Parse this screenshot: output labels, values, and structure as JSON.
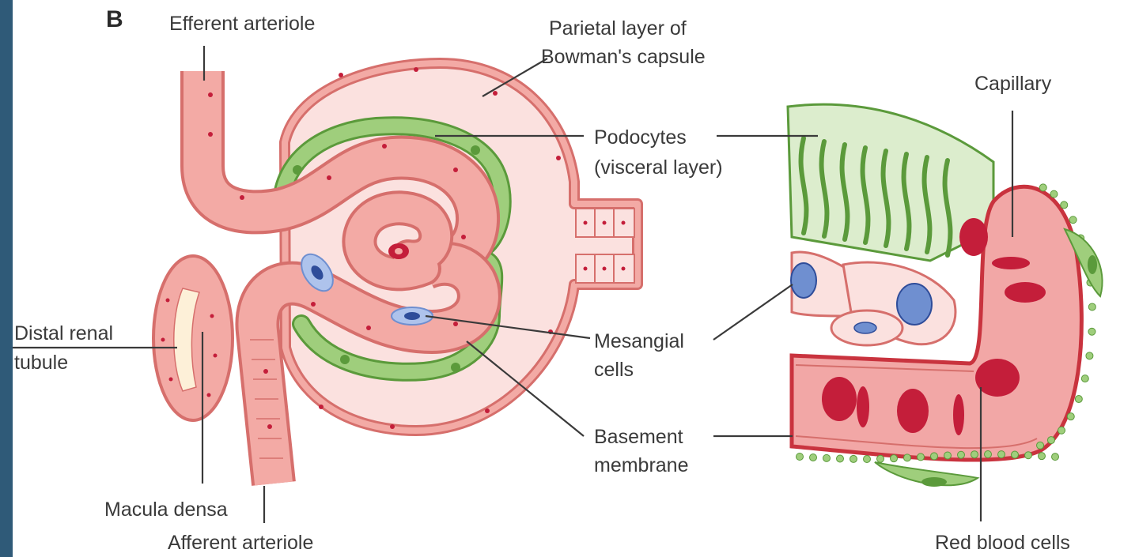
{
  "panel_letter": "B",
  "labels": {
    "efferent_arteriole": "Efferent arteriole",
    "parietal_line1": "Parietal layer of",
    "parietal_line2": "Bowman's capsule",
    "podocytes_line1": "Podocytes",
    "podocytes_line2": "(visceral layer)",
    "capillary": "Capillary",
    "distal_line1": "Distal renal",
    "distal_line2": "tubule",
    "mesangial_line1": "Mesangial",
    "mesangial_line2": "cells",
    "basement_line1": "Basement",
    "basement_line2": "membrane",
    "macula_densa": "Macula densa",
    "afferent_arteriole": "Afferent arteriole",
    "red_blood_cells": "Red blood cells"
  },
  "colors": {
    "sidebar": "#2f5a78",
    "capsule_fill": "#fbe1df",
    "vessel_fill": "#f3aaa5",
    "vessel_stroke": "#d66f6c",
    "podocyte_fill": "#9fce7c",
    "podocyte_stroke": "#5b9a3b",
    "mesangial_fill": "#6f8fd0",
    "rbc_fill": "#c41e3a"
  }
}
